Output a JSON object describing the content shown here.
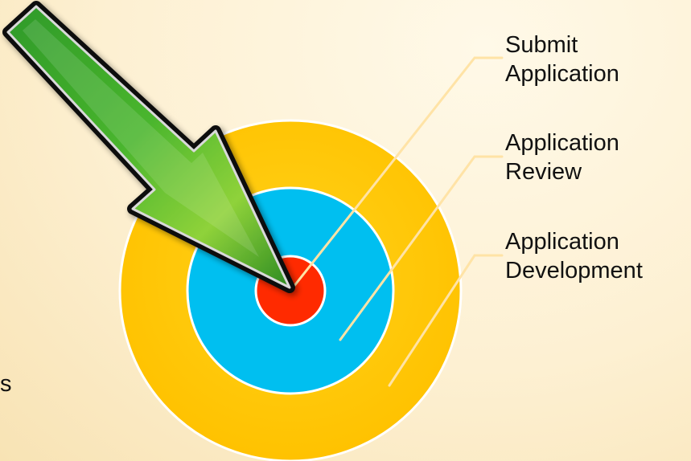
{
  "diagram": {
    "rings": [
      {
        "key": "submit",
        "lines": [
          "Submit",
          "Application"
        ],
        "color": "#ff2a00"
      },
      {
        "key": "review",
        "lines": [
          "Application",
          "Review"
        ],
        "color": "#00bff0"
      },
      {
        "key": "development",
        "lines": [
          "Application",
          "Development"
        ],
        "color": "#ffc600"
      }
    ],
    "arrow_color": "#3aa526",
    "leader_color": "#ffe3a6",
    "partial_text": "s"
  }
}
